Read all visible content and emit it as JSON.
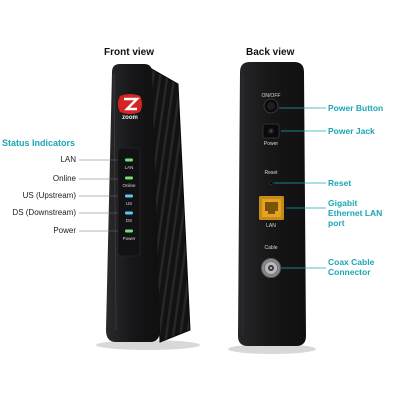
{
  "titles": {
    "front": "Front view",
    "back": "Back view"
  },
  "front": {
    "logo_text": "zoom",
    "status_heading": "Status Indicators",
    "indicators": [
      {
        "label": "LAN",
        "device_label": "LAN",
        "led_color": "#6ee07a"
      },
      {
        "label": "Online",
        "device_label": "Online",
        "led_color": "#6ee07a"
      },
      {
        "label": "US (Upstream)",
        "device_label": "US",
        "led_color": "#5fc8ef"
      },
      {
        "label": "DS (Downstream)",
        "device_label": "DS",
        "led_color": "#5fc8ef"
      },
      {
        "label": "Power",
        "device_label": "Power",
        "led_color": "#6ee07a"
      }
    ]
  },
  "back": {
    "device_labels": {
      "onoff": "ON/OFF",
      "power": "Power",
      "reset": "Reset",
      "lan": "LAN",
      "cable": "Cable"
    },
    "callouts": [
      {
        "text": "Power Button"
      },
      {
        "text": "Power Jack"
      },
      {
        "text": "Reset"
      },
      {
        "text": "Gigabit Ethernet LAN port"
      },
      {
        "text": "Coax Cable Connector"
      }
    ]
  },
  "colors": {
    "accent": "#1aa6b7",
    "device": "#1b1b1d",
    "logo_red": "#d42424",
    "lan_port": "#e2a325"
  }
}
